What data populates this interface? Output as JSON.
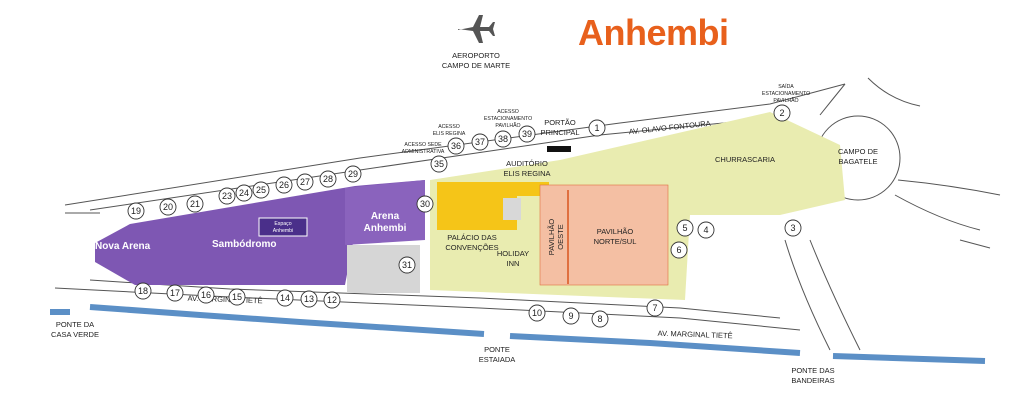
{
  "brand": {
    "name": "Anhembi",
    "color": "#e8601c"
  },
  "airport": {
    "icon": "airplane-icon",
    "line1": "AEROPORTO",
    "line2": "CAMPO DE MARTE"
  },
  "colors": {
    "sambodromo": "#7e57b3",
    "arena": "#8a63bd",
    "convencoes": "#f5c518",
    "pavilhao": "#f4bfa3",
    "pavilhao_border": "#e07040",
    "grounds": "#e9ecb0",
    "river": "#5b8fc6",
    "road": "#555555",
    "parking": "#d6d6d6"
  },
  "labels": {
    "nova_arena": "Nova Arena",
    "sambodromo": "Sambódromo",
    "espaco_1": "Espaço",
    "espaco_2": "Anhembi",
    "arena_1": "Arena",
    "arena_2": "Anhembi",
    "auditorio_1": "AUDITÓRIO",
    "auditorio_2": "ELIS REGINA",
    "palacio_1": "PALÁCIO DAS",
    "palacio_2": "CONVENÇÕES",
    "holiday_1": "HOLIDAY",
    "holiday_2": "INN",
    "oeste_1": "PAVILHÃO",
    "oeste_2": "OESTE",
    "norte_1": "PAVILHÃO",
    "norte_2": "NORTE/SUL",
    "churrascaria": "CHURRASCARIA",
    "portao_1": "PORTÃO",
    "portao_2": "PRINCIPAL",
    "bagatele_1": "CAMPO DE",
    "bagatele_2": "BAGATELE",
    "av_olavo": "AV. OLAVO FONTOURA",
    "marginal_1": "AV. MARGINAL TIETÊ",
    "marginal_2": "AV. MARGINAL TIETÊ",
    "ponte_cv_1": "PONTE DA",
    "ponte_cv_2": "CASA VERDE",
    "ponte_est_1": "PONTE",
    "ponte_est_2": "ESTAIADA",
    "ponte_band_1": "PONTE DAS",
    "ponte_band_2": "BANDEIRAS",
    "acesso_sede_1": "ACESSO SEDE",
    "acesso_sede_2": "ADMINISTRATIVA",
    "acesso_elis_1": "ACESSO",
    "acesso_elis_2": "ELIS REGINA",
    "acesso_est_1": "ACESSO",
    "acesso_est_2": "ESTACIONAMENTO",
    "acesso_est_3": "PAVILHÃO",
    "saida_1": "SAÍDA",
    "saida_2": "ESTACIONAMENTO",
    "saida_3": "PAVILHÃO"
  },
  "gates": [
    "1",
    "2",
    "3",
    "4",
    "5",
    "6",
    "7",
    "8",
    "9",
    "10",
    "12",
    "13",
    "14",
    "15",
    "16",
    "17",
    "18",
    "19",
    "20",
    "21",
    "23",
    "24",
    "25",
    "26",
    "27",
    "28",
    "29",
    "30",
    "31",
    "35",
    "36",
    "37",
    "38",
    "39"
  ]
}
